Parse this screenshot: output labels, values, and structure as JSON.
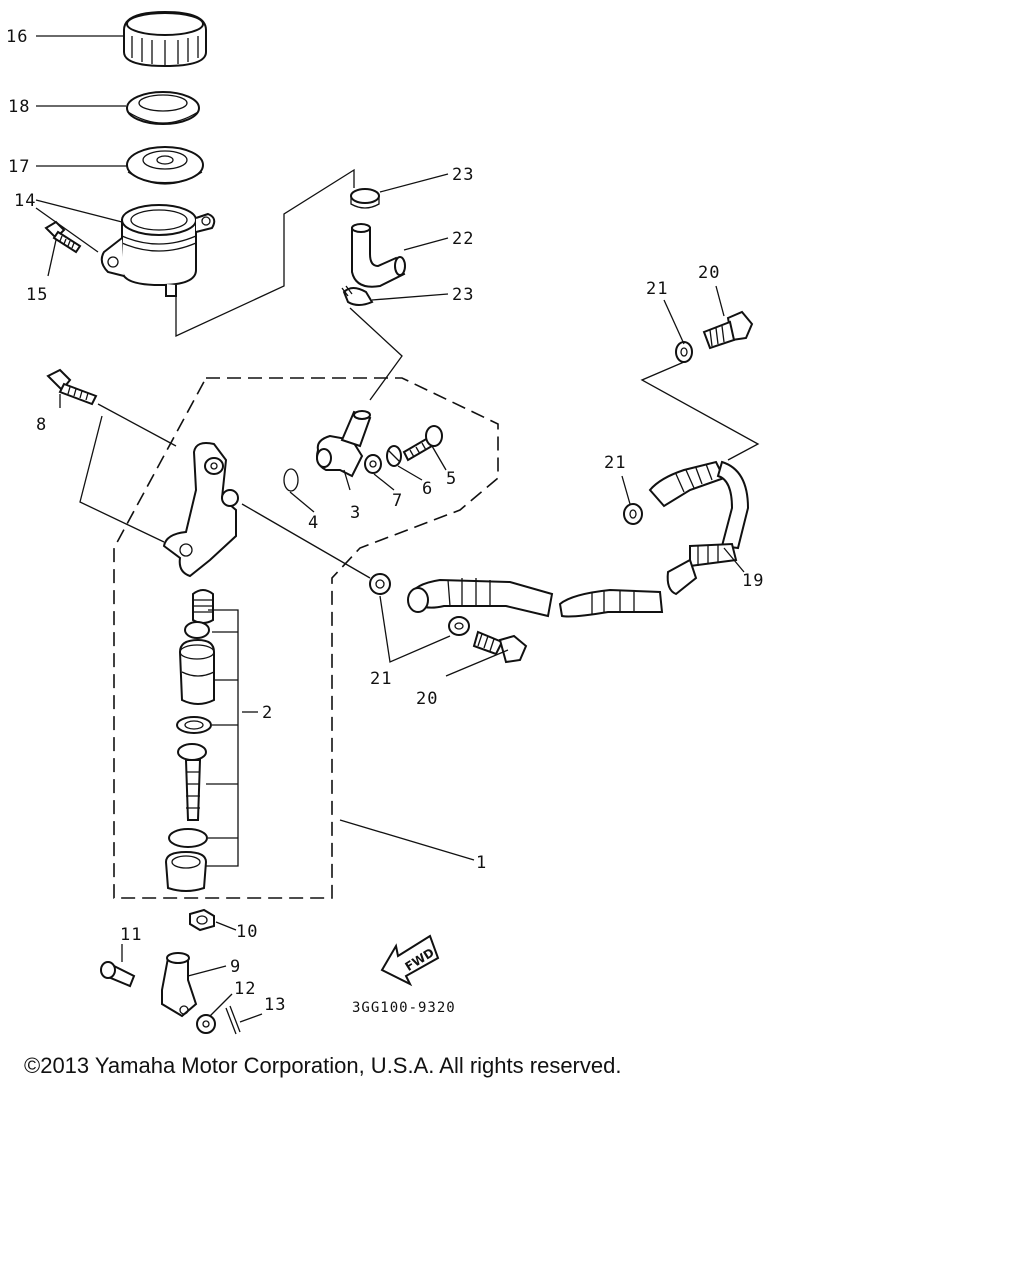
{
  "callouts": {
    "c1": "1",
    "c2": "2",
    "c3": "3",
    "c4": "4",
    "c5": "5",
    "c6": "6",
    "c7": "7",
    "c8": "8",
    "c9": "9",
    "c10": "10",
    "c11": "11",
    "c12": "12",
    "c13": "13",
    "c14": "14",
    "c15": "15",
    "c16": "16",
    "c17": "17",
    "c18": "18",
    "c19": "19",
    "c20a": "20",
    "c20b": "20",
    "c21a": "21",
    "c21b": "21",
    "c21c": "21",
    "c22": "22",
    "c23a": "23",
    "c23b": "23"
  },
  "diagram_code": "3GG100-9320",
  "fwd_label": "FWD",
  "copyright": "©2013 Yamaha Motor Corporation, U.S.A. All rights reserved."
}
